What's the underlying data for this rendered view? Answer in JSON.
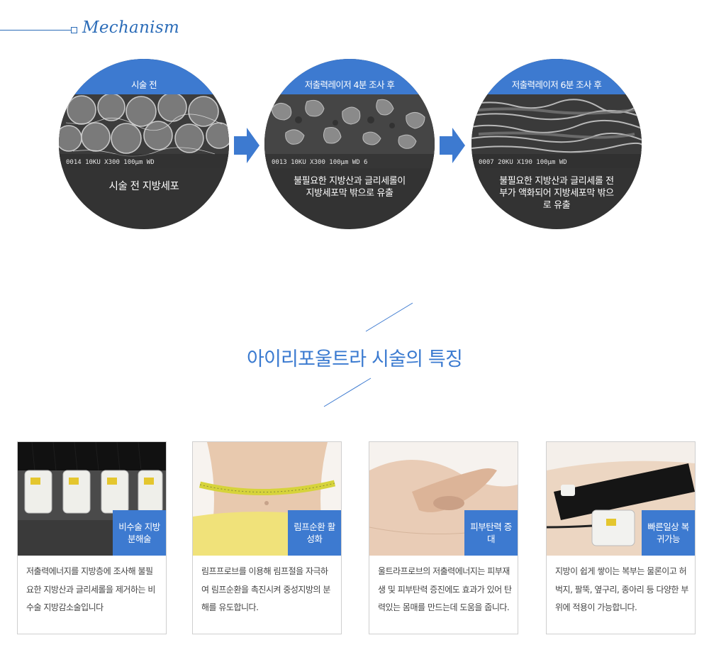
{
  "mechanism": {
    "title": "Mechanism",
    "steps": [
      {
        "label": "시술 전",
        "scale": "0014  10KU    X300 100μm WD",
        "caption": "시술 전 지방세포"
      },
      {
        "label": "저출력레이저 4분 조사 후",
        "scale": "0013  10KU    X300 100μm WD 6",
        "caption": "불필요한 지방산과 글리세롤이 지방세포막 밖으로 유출"
      },
      {
        "label": "저출력레이저 6분 조사 후",
        "scale": "0007  20KU    X190 100μm WD",
        "caption": "불필요한 지방산과 글리세롤 전부가 액화되어 지방세포막 밖으로 유출"
      }
    ]
  },
  "features": {
    "title": "아이리포울트라 시술의 특징",
    "cards": [
      {
        "tag": "비수술 지방분해술",
        "desc": "저출력에너지를 지방층에 조사해 불필요한 지방산과 글리세롤을 제거하는 비수술 지방감소술입니다"
      },
      {
        "tag": "림프순환 활성화",
        "desc": "림프프로브를 이용해 림프절을 자극하여 림프순환을 촉진시켜 중성지방의 분해를 유도합니다."
      },
      {
        "tag": "피부탄력 증대",
        "desc": "울트라프로브의 저출력에너지는 피부재생 및 피부탄력 증진에도 효과가 있어 탄력있는 몸매를 만드는데 도움을 줍니다."
      },
      {
        "tag": "빠른일상 복귀가능",
        "desc": "지방이 쉽게 쌓이는 복부는 물론이고 허벅지, 팔뚝, 옆구리, 종아리 등 다양한 부위에 적용이 가능합니다."
      }
    ]
  },
  "colors": {
    "accent": "#3d7ad0",
    "heading": "#2b6cb8",
    "circle_bg": "#333333"
  }
}
